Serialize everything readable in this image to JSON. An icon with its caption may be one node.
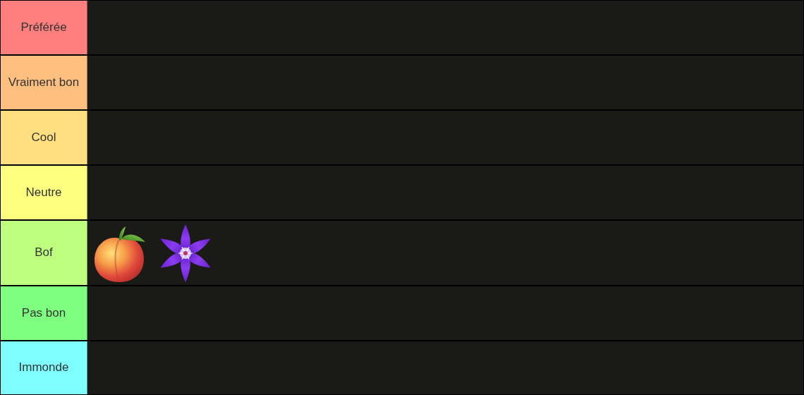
{
  "diagram": {
    "nodes": [
      {
        "text": [
          "Préférée"
        ]
      },
      {
        "text": [
          "Vraiment bon"
        ]
      },
      {
        "text": [
          "Cool"
        ]
      },
      {
        "text": [
          "Neutre"
        ]
      },
      {
        "text": [
          "Bof"
        ]
      },
      {
        "text": [
          "Pas bon"
        ]
      },
      {
        "text": [
          "Immonde"
        ]
      },
      {
        "text": [],
        "shape": "picture",
        "in": 4
      },
      {
        "text": [],
        "shape": "picture",
        "in": 4
      }
    ]
  }
}
